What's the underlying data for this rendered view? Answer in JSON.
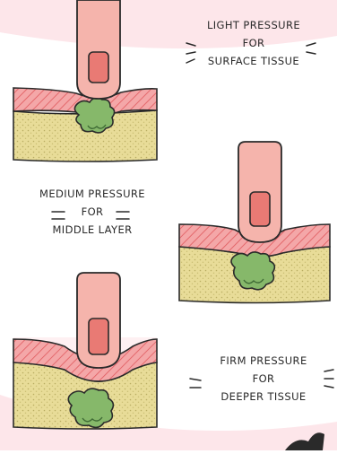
{
  "panels": [
    {
      "id": "light",
      "lines": [
        "LIGHT PRESSURE",
        "FOR",
        "SURFACE TISSUE"
      ]
    },
    {
      "id": "medium",
      "lines": [
        "MEDIUM PRESSURE",
        "FOR",
        "MIDDLE LAYER"
      ]
    },
    {
      "id": "firm",
      "lines": [
        "FIRM PRESSURE",
        "FOR",
        "DEEPER TISSUE"
      ]
    }
  ],
  "colors": {
    "skin": "#f4a7a8",
    "skin_hatch": "#e05a5e",
    "tissue": "#e8dc98",
    "tissue_dots": "#b9ad62",
    "lump": "#86b86a",
    "lump_line": "#3f6b35",
    "finger": "#f5b4ac",
    "nail": "#e97a74",
    "outline": "#2a2a2a",
    "bg_tint": "#fde6ea"
  }
}
